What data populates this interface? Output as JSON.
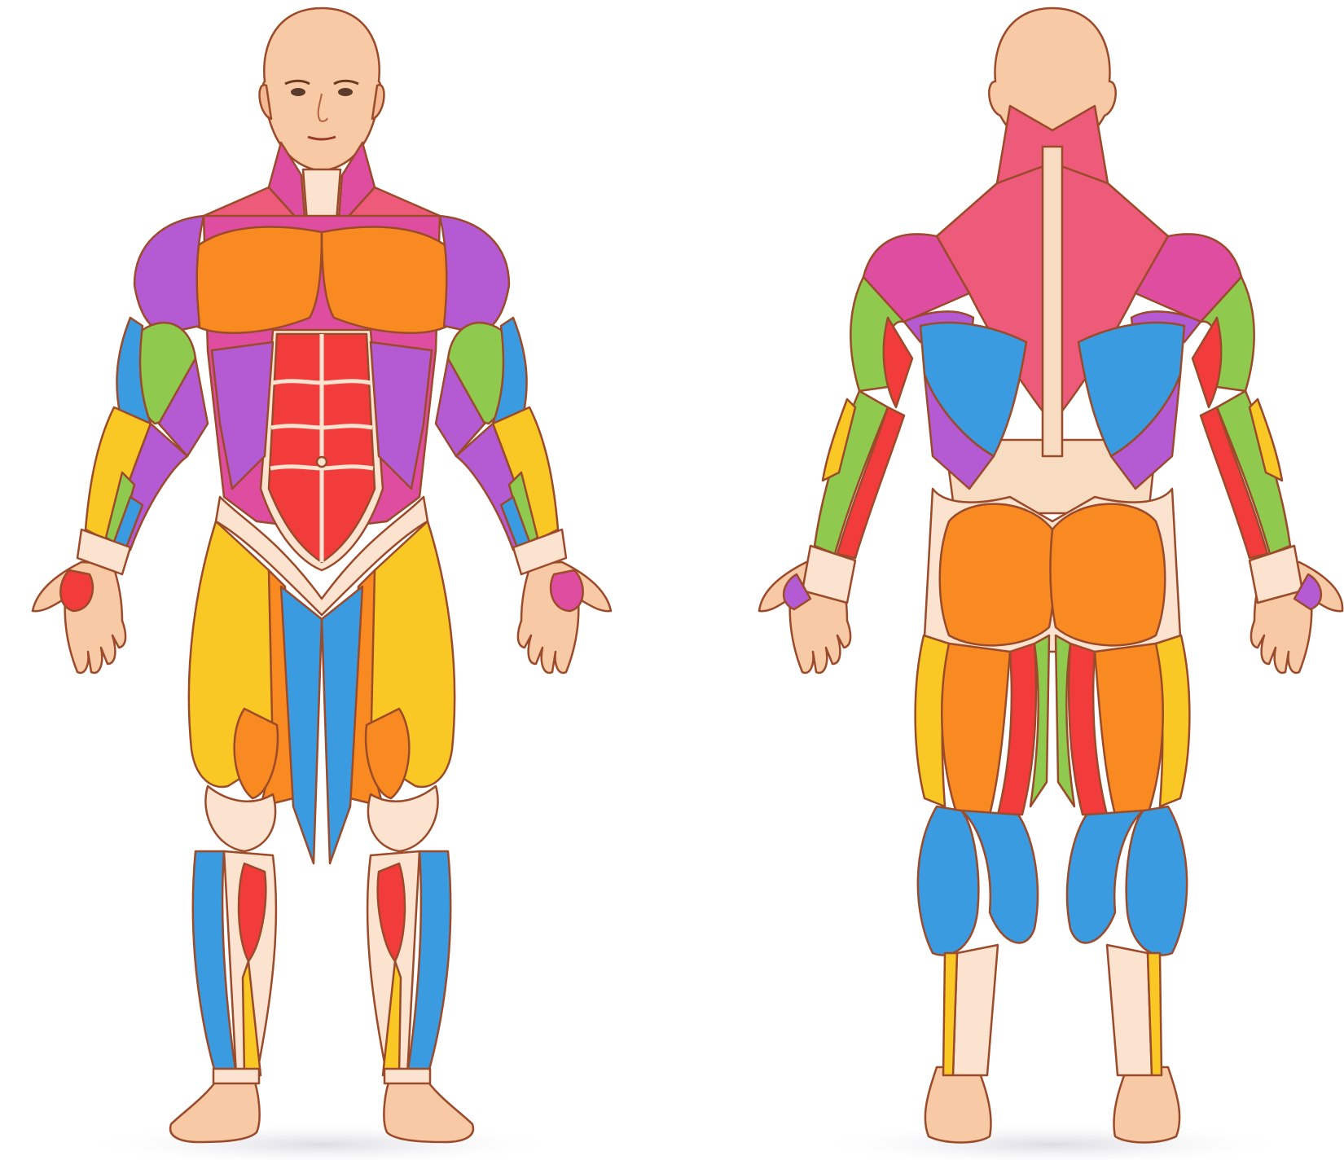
{
  "figure": {
    "views": [
      {
        "id": "front",
        "name": "anterior-view"
      },
      {
        "id": "back",
        "name": "posterior-view"
      }
    ],
    "colors": {
      "background": "#ffffff",
      "skin": "#f7c9a4",
      "skin_outline": "#b5613c",
      "tendon": "#fbe3cf",
      "muscle_red": "#f23c3c",
      "muscle_orange": "#f98a22",
      "muscle_yellow": "#f9c825",
      "muscle_green": "#8fca4e",
      "muscle_blue": "#3a9be0",
      "muscle_purple": "#b45ad2",
      "muscle_magenta": "#df4da0",
      "muscle_pink": "#ee5a7a",
      "shadow": "#e9e9ee"
    }
  }
}
